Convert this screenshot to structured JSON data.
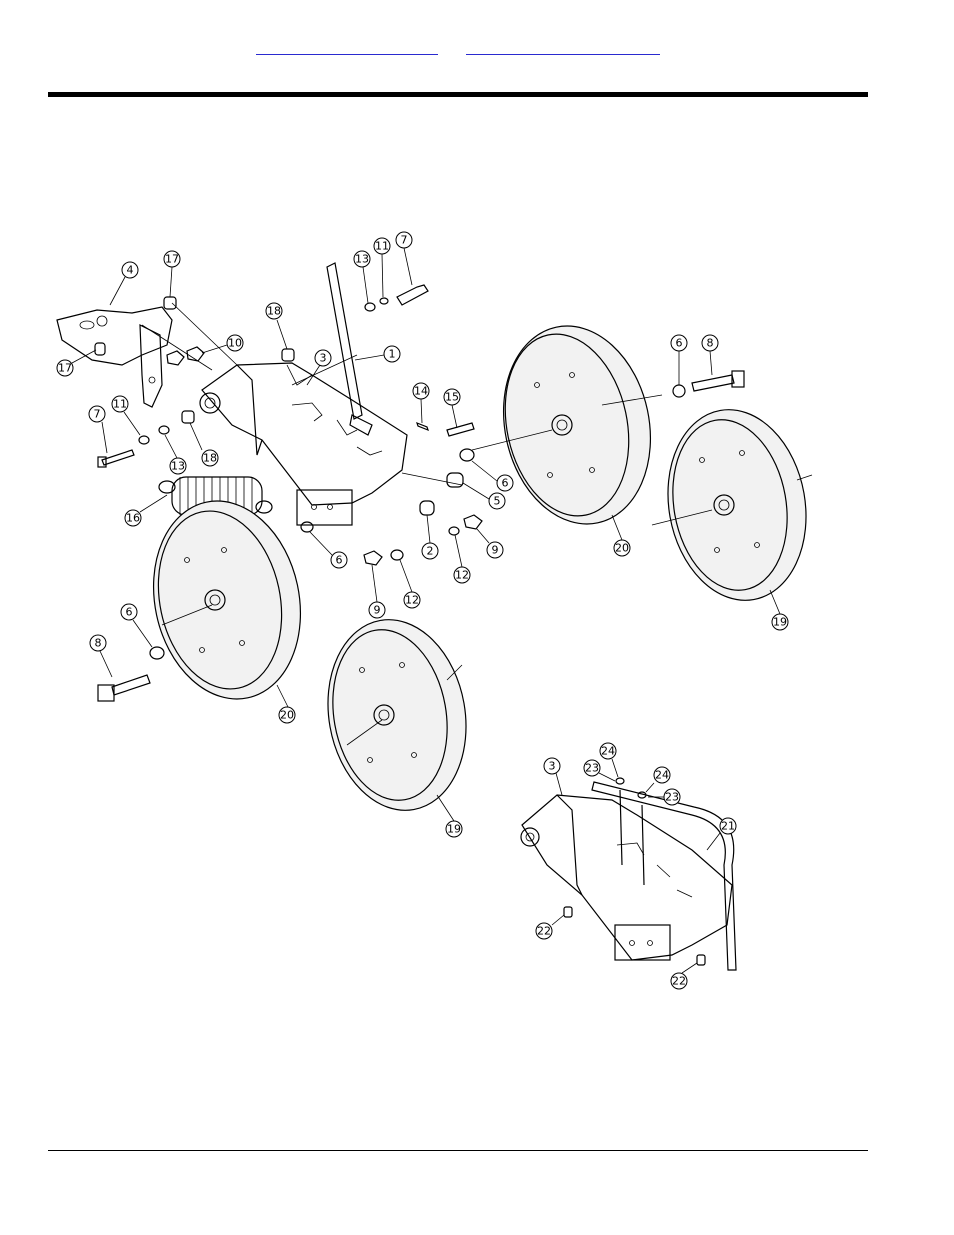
{
  "header": {
    "links": [
      {
        "label": ""
      },
      {
        "label": ""
      }
    ]
  },
  "diagram": {
    "callouts": [
      {
        "id": "c-4a",
        "label": "4"
      },
      {
        "id": "c-17a",
        "label": "17"
      },
      {
        "id": "c-17b",
        "label": "17"
      },
      {
        "id": "c-10",
        "label": "10"
      },
      {
        "id": "c-18a",
        "label": "18"
      },
      {
        "id": "c-13a",
        "label": "13"
      },
      {
        "id": "c-11a",
        "label": "11"
      },
      {
        "id": "c-7a",
        "label": "7"
      },
      {
        "id": "c-3a",
        "label": "3"
      },
      {
        "id": "c-1",
        "label": "1"
      },
      {
        "id": "c-7b",
        "label": "7"
      },
      {
        "id": "c-11b",
        "label": "11"
      },
      {
        "id": "c-18b",
        "label": "18"
      },
      {
        "id": "c-13b",
        "label": "13"
      },
      {
        "id": "c-16",
        "label": "16"
      },
      {
        "id": "c-14",
        "label": "14"
      },
      {
        "id": "c-15",
        "label": "15"
      },
      {
        "id": "c-6a",
        "label": "6"
      },
      {
        "id": "c-5",
        "label": "5"
      },
      {
        "id": "c-2",
        "label": "2"
      },
      {
        "id": "c-9a",
        "label": "9"
      },
      {
        "id": "c-12a",
        "label": "12"
      },
      {
        "id": "c-6b",
        "label": "6"
      },
      {
        "id": "c-9b",
        "label": "9"
      },
      {
        "id": "c-12b",
        "label": "12"
      },
      {
        "id": "c-6c",
        "label": "6"
      },
      {
        "id": "c-8a",
        "label": "8"
      },
      {
        "id": "c-20a",
        "label": "20"
      },
      {
        "id": "c-19a",
        "label": "19"
      },
      {
        "id": "c-6d",
        "label": "6"
      },
      {
        "id": "c-8b",
        "label": "8"
      },
      {
        "id": "c-20b",
        "label": "20"
      },
      {
        "id": "c-19b",
        "label": "19"
      },
      {
        "id": "c-3b",
        "label": "3"
      },
      {
        "id": "c-24a",
        "label": "24"
      },
      {
        "id": "c-23a",
        "label": "23"
      },
      {
        "id": "c-24b",
        "label": "24"
      },
      {
        "id": "c-23b",
        "label": "23"
      },
      {
        "id": "c-21",
        "label": "21"
      },
      {
        "id": "c-22a",
        "label": "22"
      },
      {
        "id": "c-22b",
        "label": "22"
      }
    ]
  }
}
